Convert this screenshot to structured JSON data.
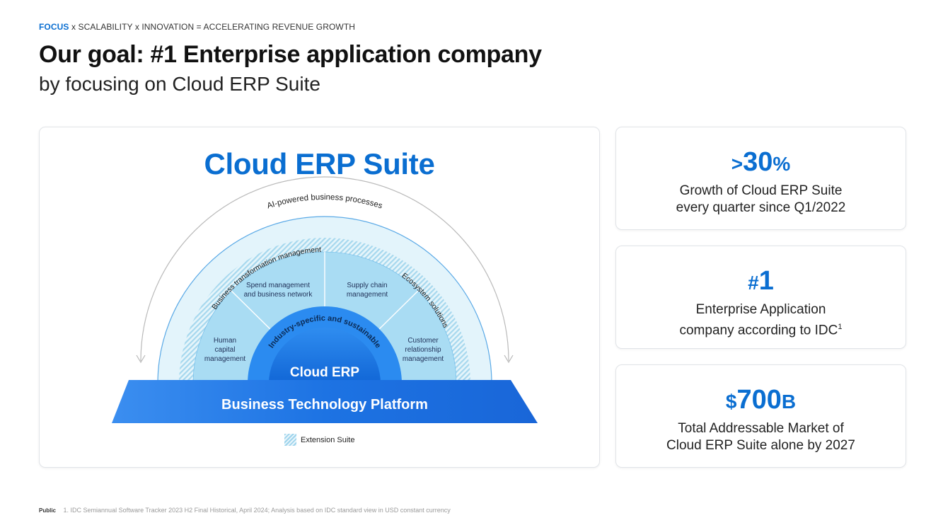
{
  "header": {
    "tagline_focus": "FOCUS",
    "tagline_rest": "x SCALABILITY x INNOVATION = ACCELERATING REVENUE GROWTH",
    "title": "Our goal: #1 Enterprise application company",
    "subtitle": "by focusing on Cloud ERP Suite"
  },
  "diagram": {
    "suite_title": "Cloud ERP Suite",
    "outer_arc_label": "AI-powered business processes",
    "left_band_label": "Business transformation management",
    "right_band_label": "Ecosystem solutions",
    "segments": {
      "hcm": [
        "Human",
        "capital",
        "management"
      ],
      "spend": [
        "Spend management",
        "and business network"
      ],
      "supply": [
        "Supply chain",
        "management"
      ],
      "crm": [
        "Customer",
        "relationship",
        "management"
      ]
    },
    "inner_ring_label": "Industry-specific and sustainable",
    "core_label": "Cloud ERP",
    "platform_label": "Business Technology Platform",
    "legend_label": "Extension Suite",
    "colors": {
      "brand_blue": "#0a6ed1",
      "platform_blue": "#1a73e0",
      "light_blue": "#a9dcf3",
      "pale_blue": "#e3f4fb"
    }
  },
  "stats": [
    {
      "prefix": ">",
      "value": "30",
      "suffix": "%",
      "line1": "Growth of Cloud ERP Suite",
      "line2": "every quarter since Q1/2022",
      "footnote": ""
    },
    {
      "prefix": "#",
      "value": "1",
      "suffix": "",
      "line1": "Enterprise Application",
      "line2": "company according to IDC",
      "footnote": "1"
    },
    {
      "prefix": "$",
      "value": "700",
      "suffix": "B",
      "line1": "Total Addressable Market of",
      "line2": "Cloud ERP Suite alone by 2027",
      "footnote": ""
    }
  ],
  "footer": {
    "classification": "Public",
    "note": "1. IDC Semiannual Software Tracker 2023 H2 Final Historical, April 2024; Analysis based on IDC standard view in USD constant currency"
  }
}
